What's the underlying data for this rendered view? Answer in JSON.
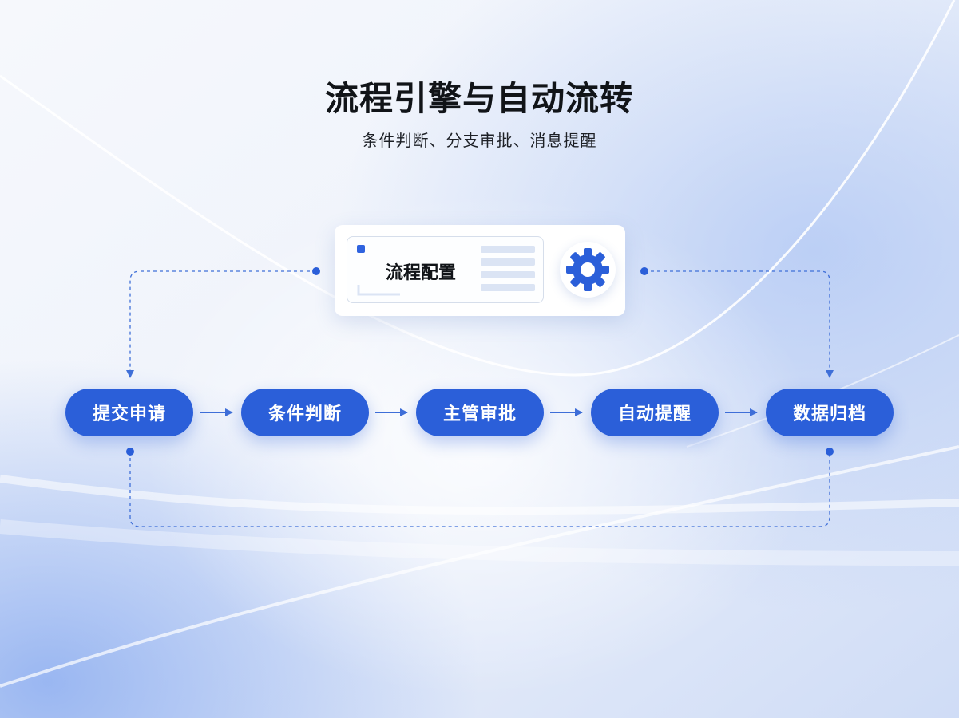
{
  "title": "流程引擎与自动流转",
  "subtitle": "条件判断、分支审批、消息提醒",
  "config_card": {
    "label": "流程配置",
    "icon": "gear-icon"
  },
  "steps": [
    {
      "label": "提交申请"
    },
    {
      "label": "条件判断"
    },
    {
      "label": "主管审批"
    },
    {
      "label": "自动提醒"
    },
    {
      "label": "数据归档"
    }
  ],
  "colors": {
    "accent": "#2b5fd9",
    "connector": "#3f6fd8",
    "text": "#111418"
  }
}
